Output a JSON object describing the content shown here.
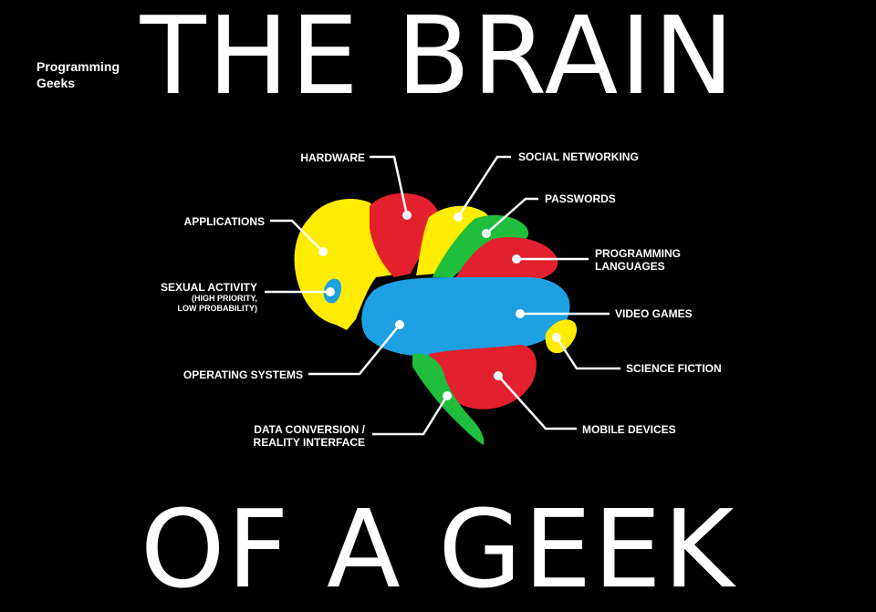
{
  "watermark": "Programming Geeks",
  "title_top": "THE BRAIN",
  "title_bottom": "OF A GEEK",
  "colors": {
    "background": "#000000",
    "yellow": "#ffec00",
    "red": "#e3202e",
    "green": "#1fbe3c",
    "blue": "#1da1e2",
    "text": "#ffffff"
  },
  "labels": {
    "hardware": "HARDWARE",
    "social_networking": "SOCIAL NETWORKING",
    "passwords": "PASSWORDS",
    "applications": "APPLICATIONS",
    "programming_languages_1": "PROGRAMMING",
    "programming_languages_2": "LANGUAGES",
    "sexual_activity": "SEXUAL ACTIVITY",
    "sexual_activity_sub1": "(HIGH PRIORITY,",
    "sexual_activity_sub2": "LOW PROBABILITY)",
    "video_games": "VIDEO GAMES",
    "operating_systems": "OPERATING SYSTEMS",
    "science_fiction": "SCIENCE FICTION",
    "data_conversion_1": "DATA CONVERSION /",
    "data_conversion_2": "REALITY INTERFACE",
    "mobile_devices": "MOBILE DEVICES"
  }
}
